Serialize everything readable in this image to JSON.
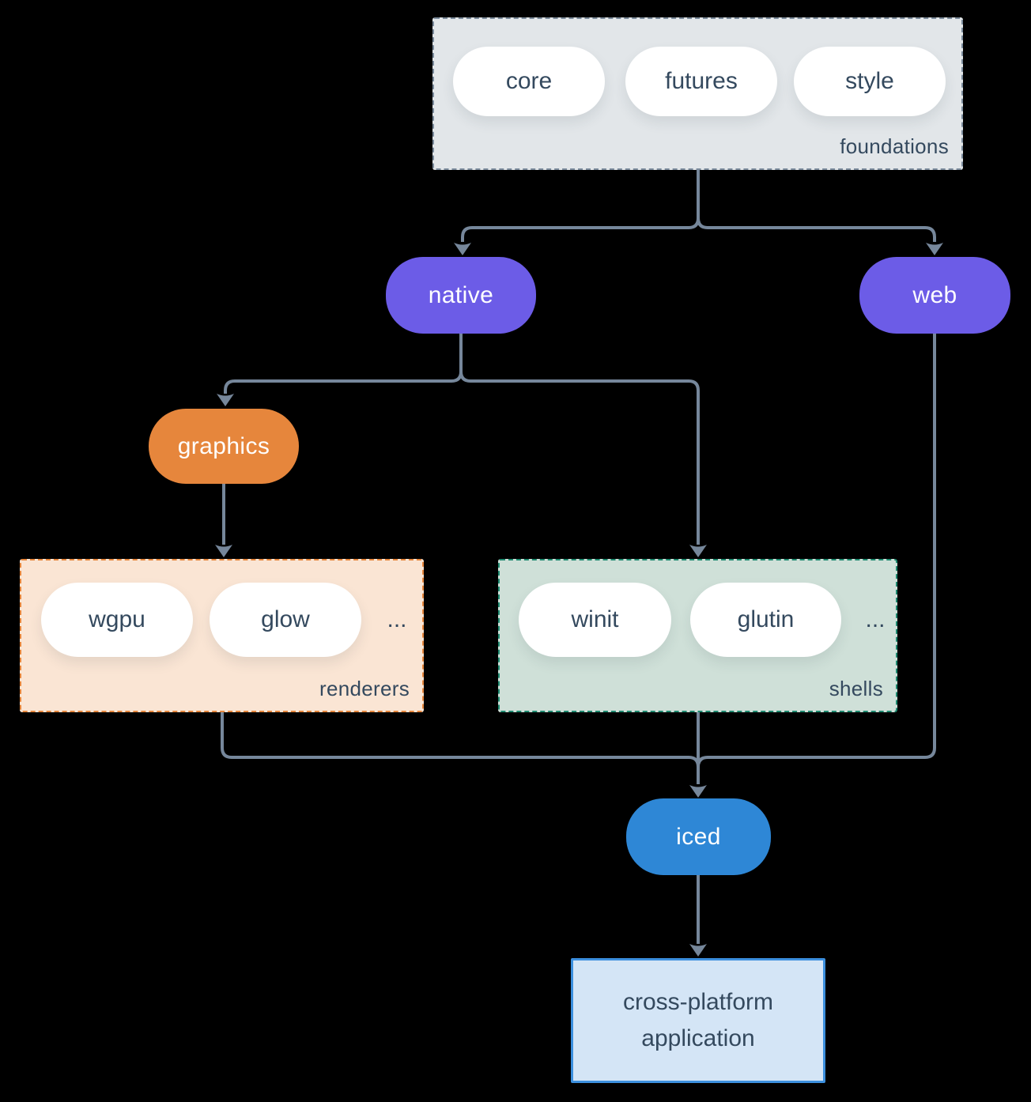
{
  "canvas": {
    "background": "#000000",
    "wire_color": "#76879B",
    "ink_color": "#34495E",
    "white": "#FFFFFF"
  },
  "groups": {
    "foundations": {
      "label": "foundations",
      "pills": [
        "core",
        "futures",
        "style"
      ],
      "fill": "#E2E6E9",
      "border": "#7B8B9C"
    },
    "renderers": {
      "label": "renderers",
      "pills": [
        "wgpu",
        "glow"
      ],
      "more": "...",
      "fill": "#FAE5D4",
      "border": "#E6863C"
    },
    "shells": {
      "label": "shells",
      "pills": [
        "winit",
        "glutin"
      ],
      "more": "...",
      "fill": "#CFE0D8",
      "border": "#1F8A70"
    }
  },
  "nodes": {
    "native": {
      "label": "native",
      "fill": "#6C5CE7"
    },
    "web": {
      "label": "web",
      "fill": "#6C5CE7"
    },
    "graphics": {
      "label": "graphics",
      "fill": "#E6863C"
    },
    "iced": {
      "label": "iced",
      "fill": "#2E87D6"
    },
    "application": {
      "lines": [
        "cross-platform",
        "application"
      ],
      "fill": "#D4E5F6",
      "border": "#3C8FDE"
    }
  }
}
